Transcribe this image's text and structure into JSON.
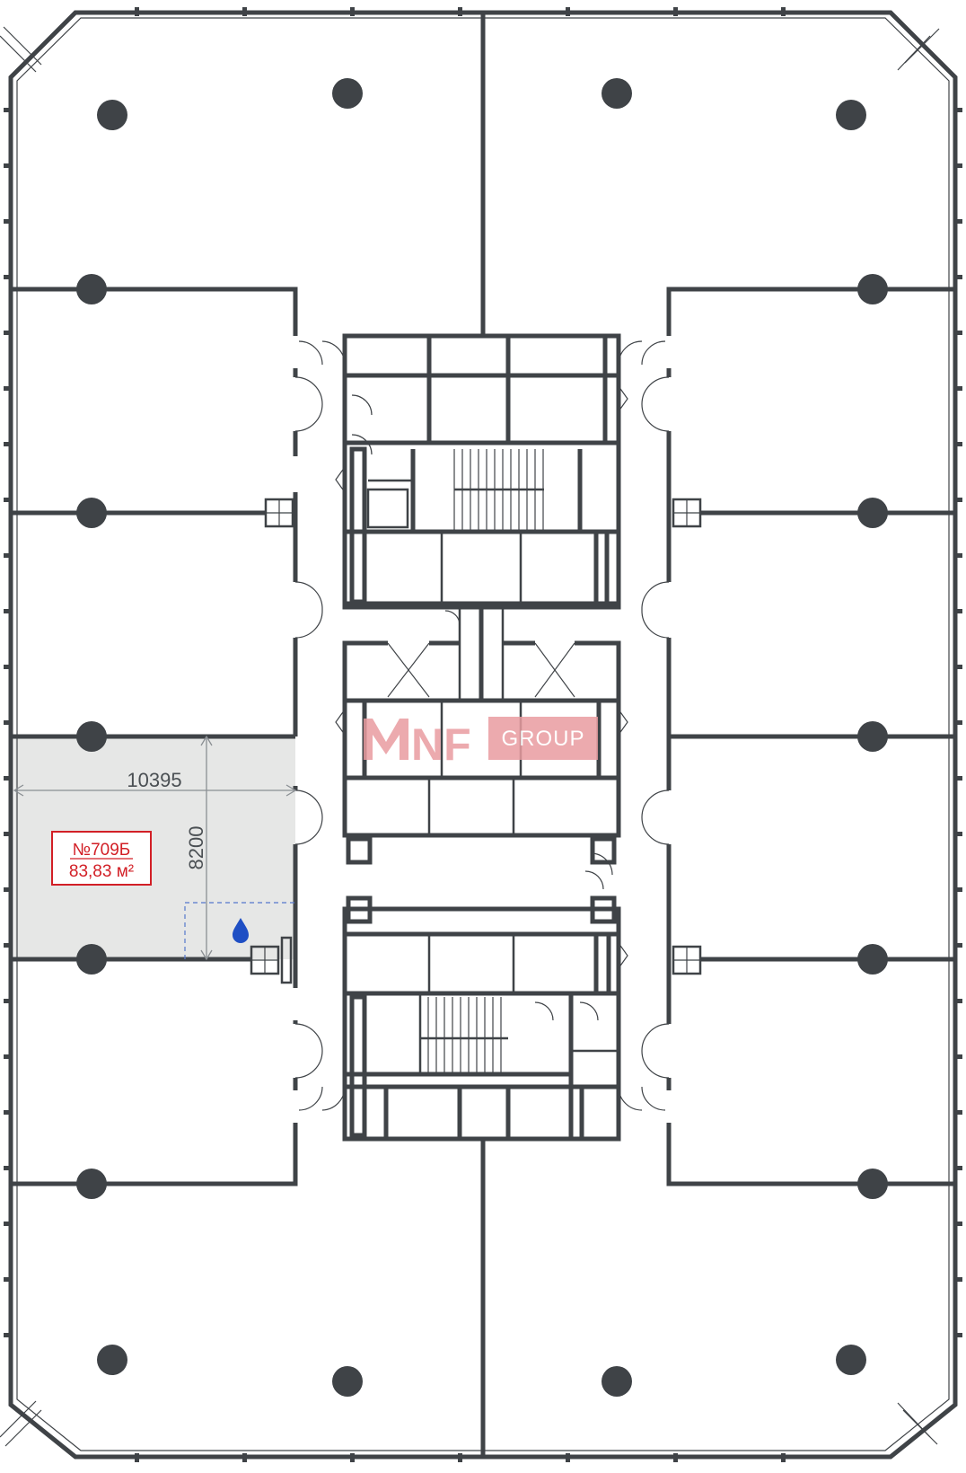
{
  "unit": {
    "number": "№709Б",
    "area": "83,83 м²"
  },
  "dimensions": {
    "width_label": "10395",
    "height_label": "8200"
  },
  "logo": {
    "brand": "NF",
    "suffix": "GROUP"
  },
  "icons": {
    "water_point": "water-drop-icon"
  },
  "colors": {
    "walls": "#3f4347",
    "selected_unit": "#e6e7e6",
    "label": "#d21f26",
    "water": "#1f4fc4",
    "logo": "#e99ca0"
  }
}
